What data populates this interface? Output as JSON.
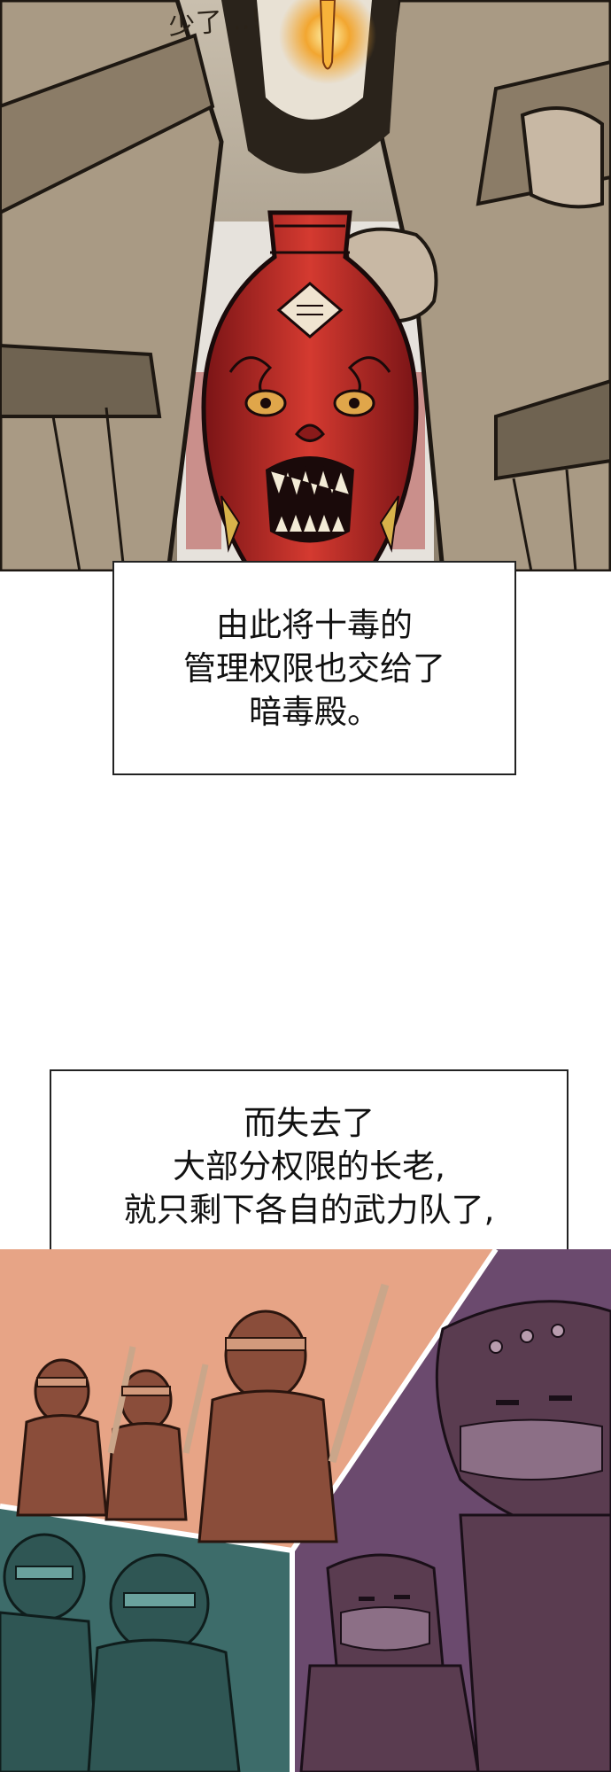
{
  "panels": {
    "top": {
      "sfx_text": "少了…!"
    },
    "caption1": {
      "lines": [
        "由此将十毒的",
        "管理权限也交给了",
        "暗毒殿。"
      ]
    },
    "caption2": {
      "lines": [
        "而失去了",
        "大部分权限的长老,",
        "就只剩下各自的武力队了,"
      ]
    },
    "bottom": {}
  },
  "colors": {
    "vase_red": "#b8262a",
    "robe_tan": "#a99a84",
    "sky_orange": "#e7a486",
    "ninja_teal": "#3d6c6a",
    "ninja_purple": "#6b4a6e"
  }
}
